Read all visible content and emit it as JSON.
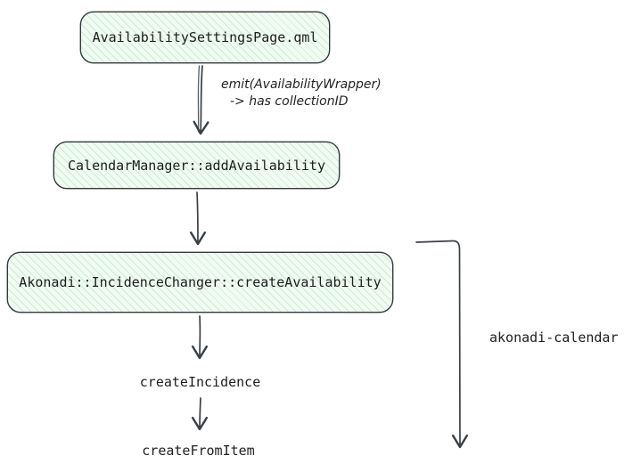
{
  "diagram": {
    "nodes": [
      {
        "label": "AvailabilitySettingsPage.qml"
      },
      {
        "label": "CalendarManager::addAvailability"
      },
      {
        "label": "Akonadi::IncidenceChanger::createAvailability"
      }
    ],
    "plain_labels": [
      {
        "label": "createIncidence"
      },
      {
        "label": "createFromItem"
      }
    ],
    "annotations": {
      "emit_line1": "emit(AvailabilityWrapper)",
      "emit_line2": "-> has collectionID",
      "bracket_label": "akonadi-calendar"
    },
    "colors": {
      "node_fill": "#f1fbf3",
      "node_hatch": "#b2e6be",
      "node_border": "#343a40",
      "arrow": "#3a4046",
      "text": "#1e1e1e"
    }
  }
}
